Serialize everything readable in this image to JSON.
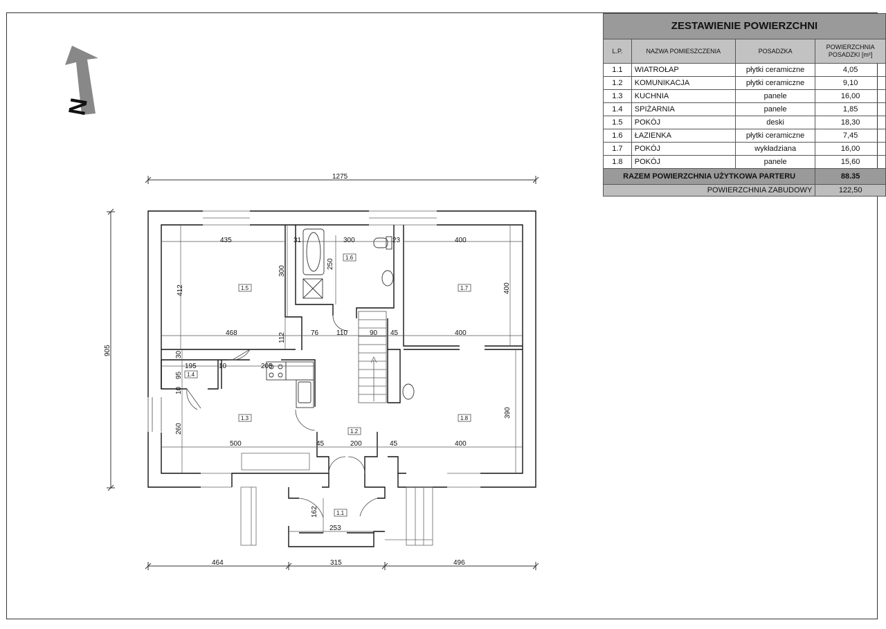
{
  "table": {
    "title": "ZESTAWIENIE POWIERZCHNI",
    "headers": [
      "L.P.",
      "NAZWA POMIESZCZENIA",
      "POSADZKA",
      "POWIERZCHNIA POSADZKI [m²]"
    ],
    "rows": [
      {
        "lp": "1.1",
        "name": "WIATROŁAP",
        "floor": "płytki ceramiczne",
        "area": "4,05"
      },
      {
        "lp": "1.2",
        "name": "KOMUNIKACJA",
        "floor": "płytki ceramiczne",
        "area": "9,10"
      },
      {
        "lp": "1.3",
        "name": "KUCHNIA",
        "floor": "panele",
        "area": "16,00"
      },
      {
        "lp": "1.4",
        "name": "SPIŻARNIA",
        "floor": "panele",
        "area": "1,85"
      },
      {
        "lp": "1.5",
        "name": "POKÓJ",
        "floor": "deski",
        "area": "18,30"
      },
      {
        "lp": "1.6",
        "name": "ŁAZIENKA",
        "floor": "płytki ceramiczne",
        "area": "7,45"
      },
      {
        "lp": "1.7",
        "name": "POKÓJ",
        "floor": "wykładziana",
        "area": "16,00"
      },
      {
        "lp": "1.8",
        "name": "POKÓJ",
        "floor": "panele",
        "area": "15,60"
      }
    ],
    "total_label": "RAZEM POWIERZCHNIA UŻYTKOWA PARTERU",
    "total_value": "88.35",
    "built_label": "POWIERZCHNIA ZABUDOWY",
    "built_value": "122,50"
  },
  "plan": {
    "north_label": "N",
    "overall_width": "1275",
    "overall_height": "905",
    "bottom_dims": [
      "464",
      "315",
      "496"
    ],
    "room_tags": [
      "1.1",
      "1.2",
      "1.3",
      "1.4",
      "1.5",
      "1.6",
      "1.7",
      "1.8"
    ],
    "dims": {
      "d435": "435",
      "d31": "31",
      "d300a": "300",
      "d23": "23",
      "d400a": "400",
      "d412": "412",
      "d300v": "300",
      "d250": "250",
      "d400v": "400",
      "d468": "468",
      "d112": "112",
      "d76": "76",
      "d110": "110",
      "d90": "90",
      "d45a": "45",
      "d400b": "400",
      "d195": "195",
      "d10": "10",
      "d205": "205",
      "d30": "30",
      "d95": "95",
      "d10b": "10",
      "d390": "390",
      "d260": "260",
      "d500": "500",
      "d45b": "45",
      "d200": "200",
      "d45c": "45",
      "d400c": "400",
      "d162": "162",
      "d253": "253"
    }
  }
}
